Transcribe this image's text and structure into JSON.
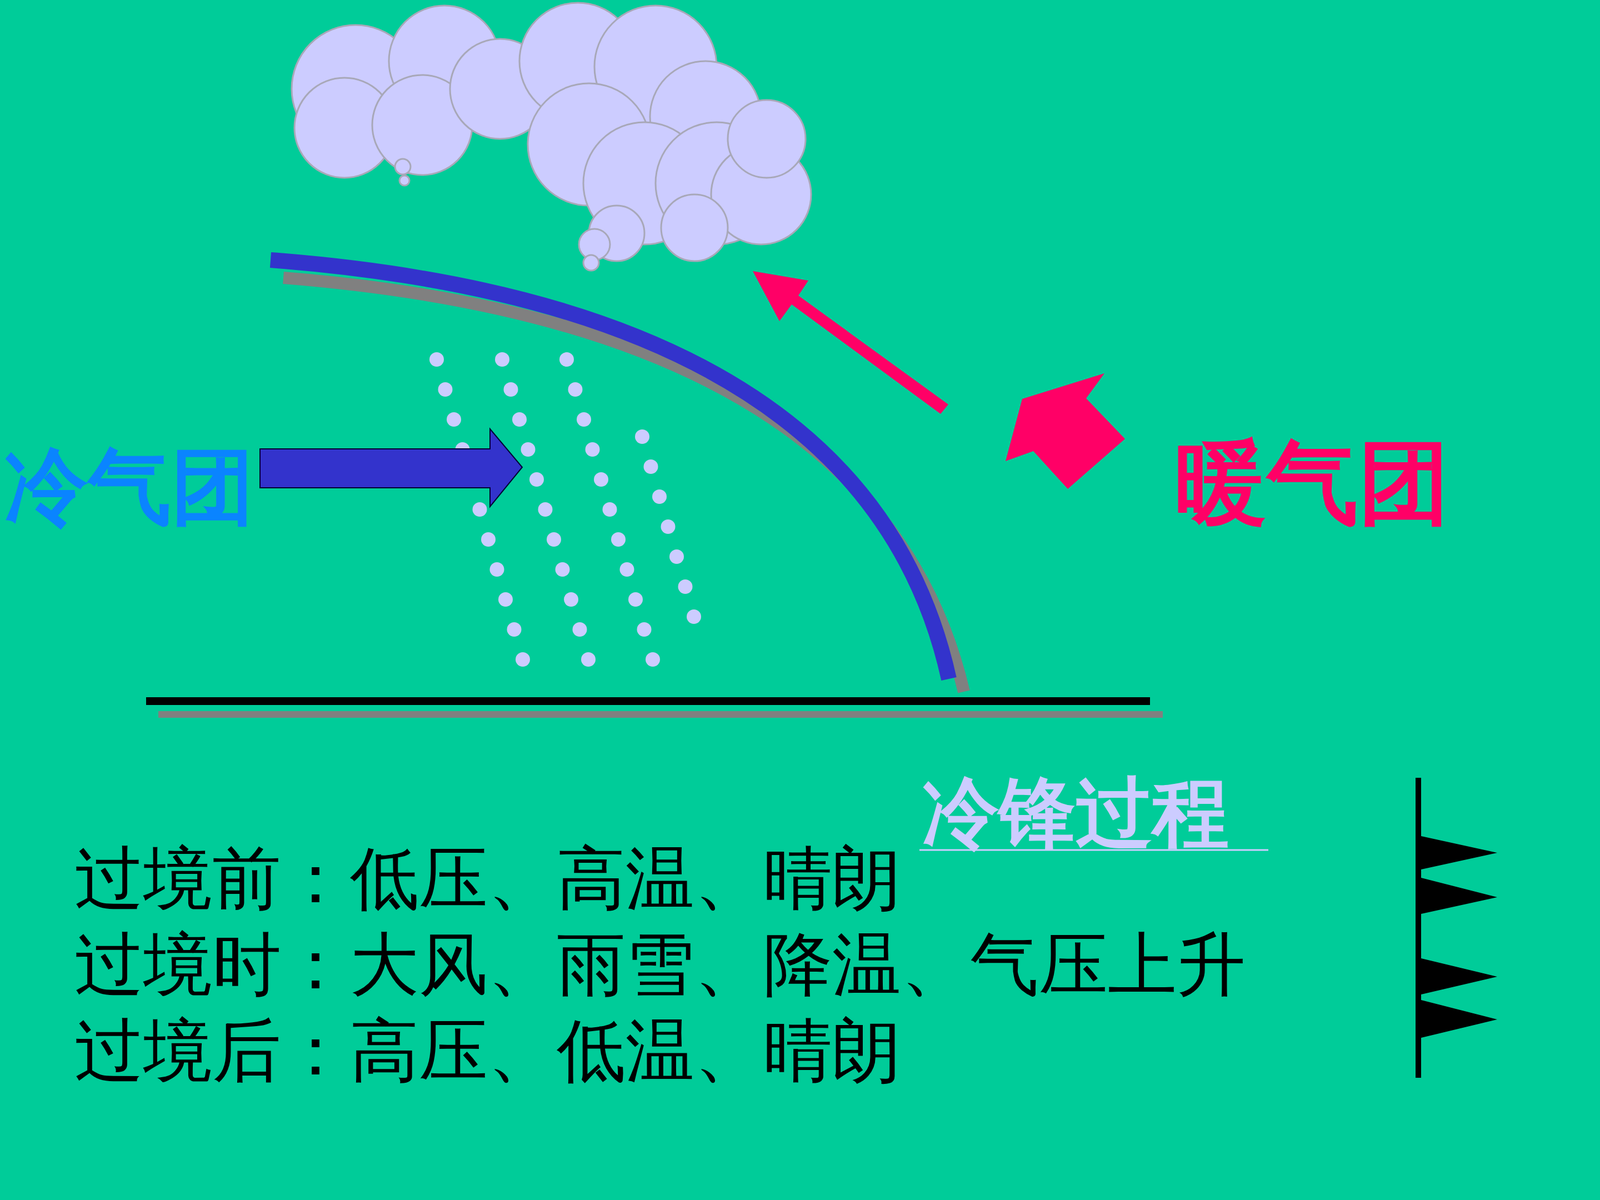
{
  "diagram": {
    "title": "冷锋过程",
    "labels": [
      "冷气团",
      "暖气团",
      "过境前：低压、高温、晴朗",
      "过境时：大风、雨雪、降温、气压上升",
      "过境后：高压、低温、晴朗"
    ]
  }
}
